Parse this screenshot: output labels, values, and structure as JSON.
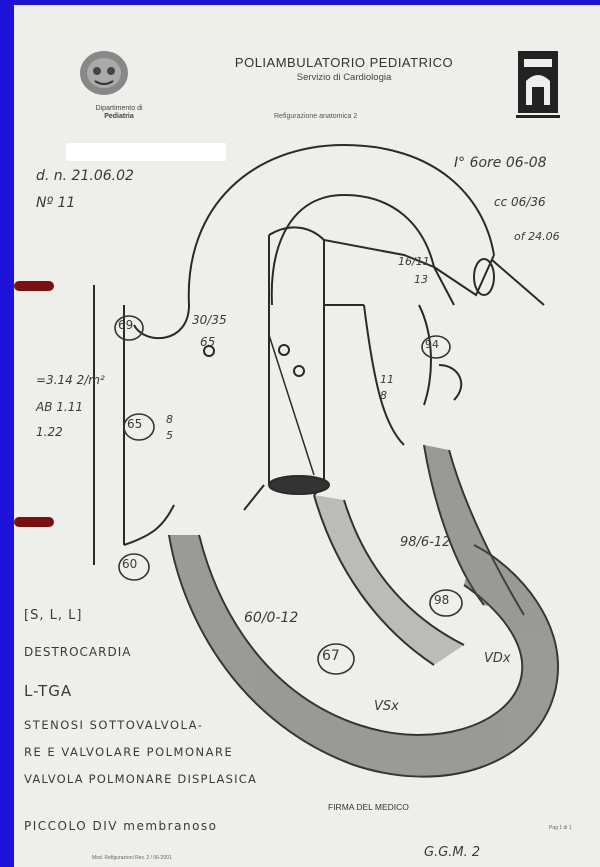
{
  "header": {
    "title": "POLIAMBULATORIO PEDIATRICO",
    "subtitle": "Servizio di Cardiologia",
    "form_name": "Refigurazione anatomica 2",
    "dept_line1": "Dipartimento di",
    "dept_line2": "Pediatria",
    "left_logo": "pediatrics-department-logo",
    "right_logo": "hospital-building-logo"
  },
  "notes": {
    "date": "d. n. 21.06.02",
    "age": "Nº 11",
    "top_right": "I° 6ore 06-08",
    "top_right_2": "cc 06/36",
    "top_right_3": "of 24.06",
    "bsa": "=3.14 2/m²",
    "ab": "AB 1.11",
    "val": "1.22",
    "aorta_values": "16/11",
    "aorta_values_2": "13",
    "ra_pressure": "30/35",
    "ra_pressure_2": "65",
    "la_values": "11",
    "la_values_2": "8",
    "mid_values": "8",
    "mid_values_2": "5",
    "rv_pressure": "98/6-12",
    "lv_pressure": "60/0-12",
    "sat_pa": "69",
    "sat_ra": "65",
    "sat_ivc": "60",
    "sat_la": "94",
    "sat_rv": "98",
    "sat_lv": "67",
    "vsx": "VSx",
    "vdx": "VDx"
  },
  "diagnosis": {
    "line1": "[S, L, L]",
    "line2": "DESTROCARDIA",
    "line3": "L-TGA",
    "line4": "STENOSI SOTTOVALVOLA-",
    "line5": "RE E VALVOLARE POLMONARE",
    "line6": "VALVOLA POLMONARE DISPLASICA",
    "line7": "PICCOLO DIV membranoso"
  },
  "footer": {
    "signature_label": "FIRMA DEL MEDICO",
    "signature": "G.G.M. 2",
    "small_left": "Mod. Refigurazioni Rev. 2 / 06-2001",
    "page": "Pag 1 di 1"
  }
}
